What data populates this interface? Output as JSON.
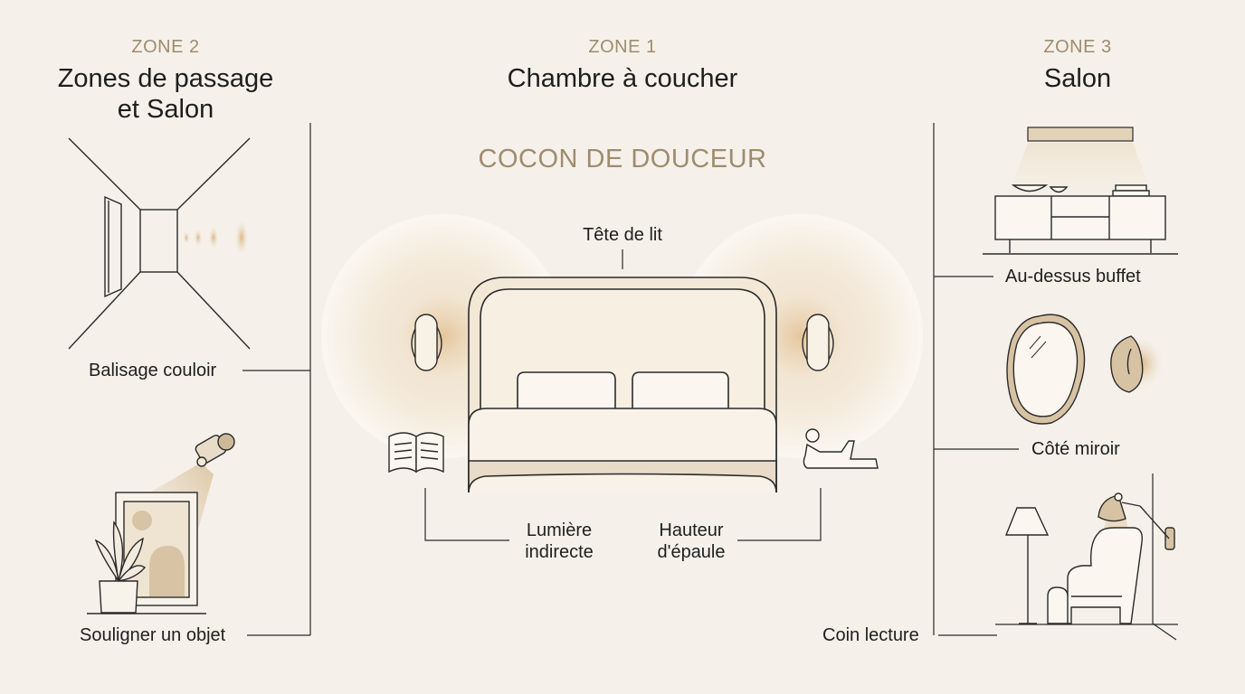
{
  "zones": [
    {
      "tag": "ZONE 2",
      "title_lines": [
        "Zones de passage",
        "et Salon"
      ]
    },
    {
      "tag": "ZONE 1",
      "title_lines": [
        "Chambre à coucher"
      ]
    },
    {
      "tag": "ZONE 3",
      "title_lines": [
        "Salon"
      ]
    }
  ],
  "bedroom": {
    "tagline": "COCON DE DOUCEUR",
    "headboard_label": "Tête de lit",
    "indirect_label_lines": [
      "Lumière",
      "indirecte"
    ],
    "shoulder_label_lines": [
      "Hauteur",
      "d'épaule"
    ]
  },
  "left_labels": {
    "corridor": "Balisage couloir",
    "object": "Souligner un objet"
  },
  "right_labels": {
    "buffet": "Au-dessus buffet",
    "mirror": "Côté miroir",
    "reading": "Coin lecture"
  },
  "colors": {
    "background": "#f5f1ea",
    "accent": "#a08b6e",
    "line": "#2a2a2a",
    "fill_beige": "#e8dcc8",
    "glow": "#e6c69a"
  },
  "icons": [
    "corridor-perspective-icon",
    "spotlight-icon",
    "framed-picture-icon",
    "potted-plant-icon",
    "bed-icon",
    "wall-sconce-icon",
    "open-book-icon",
    "reclining-person-icon",
    "led-bar-icon",
    "sideboard-icon",
    "mirror-icon",
    "wall-disc-lamp-icon",
    "floor-lamp-icon",
    "swing-arm-lamp-icon",
    "armchair-icon"
  ]
}
